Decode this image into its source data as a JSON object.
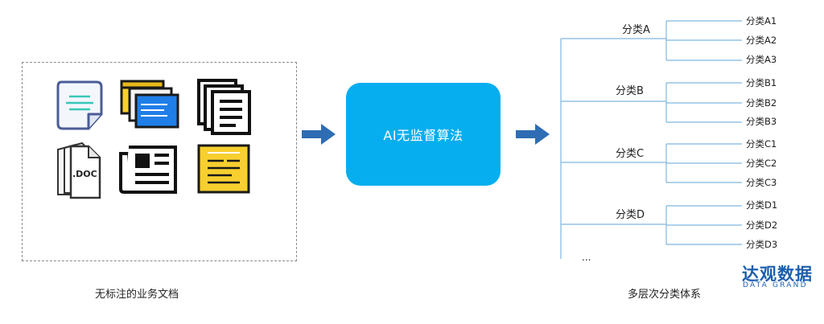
{
  "input": {
    "caption": "无标注的业务文档",
    "doc_label": ".DOC",
    "icons": [
      "note-doc-icon",
      "windows-stack-icon",
      "stacked-pages-icon",
      "doc-file-icon",
      "newspaper-icon",
      "highlighted-note-icon"
    ]
  },
  "algorithm": {
    "label": "AI无监督算法",
    "color": "#06aeef"
  },
  "output": {
    "caption": "多层次分类体系",
    "ellipsis": "...",
    "categories": [
      {
        "label": "分类A",
        "subs": [
          "分类A1",
          "分类A2",
          "分类A3"
        ]
      },
      {
        "label": "分类B",
        "subs": [
          "分类B1",
          "分类B2",
          "分类B3"
        ]
      },
      {
        "label": "分类C",
        "subs": [
          "分类C1",
          "分类C2",
          "分类C3"
        ]
      },
      {
        "label": "分类D",
        "subs": [
          "分类D1",
          "分类D2",
          "分类D3"
        ]
      }
    ]
  },
  "logo": {
    "cn": "达观数据",
    "en": "DATA GRAND",
    "color": "#1d5fae"
  },
  "colors": {
    "arrow": "#2e6db4",
    "tree_line": "#7fb6e0"
  }
}
